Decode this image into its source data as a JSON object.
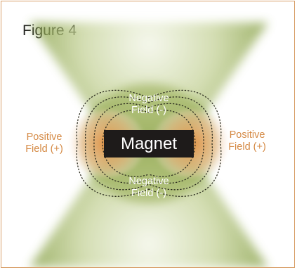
{
  "figure": {
    "title": "Figure 4",
    "magnet_label": "Magnet",
    "top_field": {
      "line1": "Negative",
      "line2": "Field (-)"
    },
    "bottom_field": {
      "line1": "Negative",
      "line2": "Field (-)"
    },
    "left_field": {
      "line1": "Positive",
      "line2": "Field (+)"
    },
    "right_field": {
      "line1": "Positive",
      "line2": "Field (+)"
    }
  },
  "colors": {
    "negative_field": "#8ea545",
    "positive_field": "#e59a4e",
    "magnet": "#1e1b1a",
    "frame_border": "#d9a06a",
    "positive_text": "#d58a45"
  }
}
